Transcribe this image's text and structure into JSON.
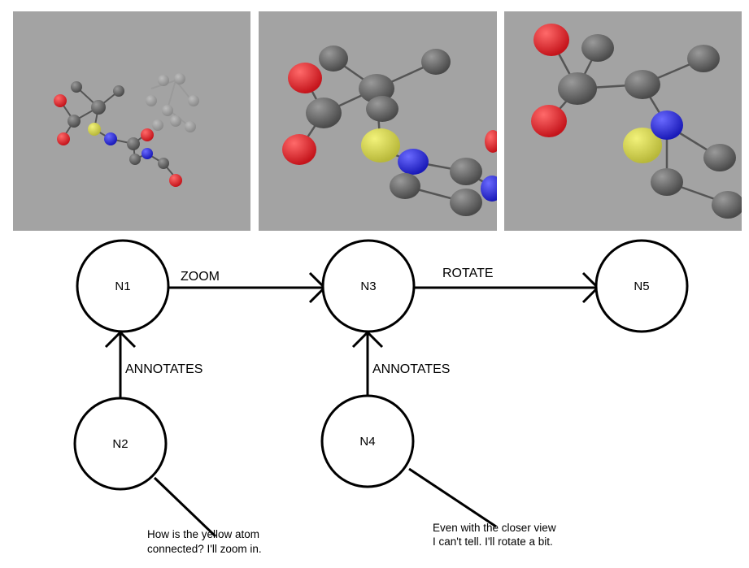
{
  "colors": {
    "panel_bg": "#a3a3a3",
    "carbon": "#666666",
    "oxygen": "#e8232a",
    "sulfur": "#d6d64a",
    "nitrogen": "#2b2bd6",
    "bond": "#555555",
    "line": "#000000"
  },
  "panels": [
    {
      "view": "molecule-overview"
    },
    {
      "view": "molecule-zoomed"
    },
    {
      "view": "molecule-rotated"
    }
  ],
  "nodes": [
    {
      "id": "N1",
      "label": "N1"
    },
    {
      "id": "N2",
      "label": "N2"
    },
    {
      "id": "N3",
      "label": "N3"
    },
    {
      "id": "N4",
      "label": "N4"
    },
    {
      "id": "N5",
      "label": "N5"
    }
  ],
  "edges": [
    {
      "from": "N1",
      "to": "N3",
      "label": "ZOOM"
    },
    {
      "from": "N3",
      "to": "N5",
      "label": "ROTATE"
    },
    {
      "from": "N2",
      "to": "N1",
      "label": "ANNOTATES"
    },
    {
      "from": "N4",
      "to": "N3",
      "label": "ANNOTATES"
    }
  ],
  "notes": [
    {
      "node": "N2",
      "lines": [
        "How is the yellow atom",
        "connected?  I'll zoom in."
      ]
    },
    {
      "node": "N4",
      "lines": [
        "Even with the closer view",
        "I can't tell.  I'll rotate a bit."
      ]
    }
  ]
}
